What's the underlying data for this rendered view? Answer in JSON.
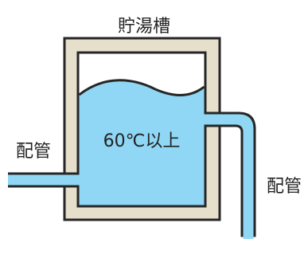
{
  "title": "貯湯槽",
  "content_label": "60℃以上",
  "pipe_left_label": "配管",
  "pipe_right_label": "配管",
  "colors": {
    "tank_wall_fill": "#e6dfcc",
    "tank_wall_stroke": "#262626",
    "water": "#8fd7f4",
    "outline": "#262626",
    "text": "#222222"
  }
}
